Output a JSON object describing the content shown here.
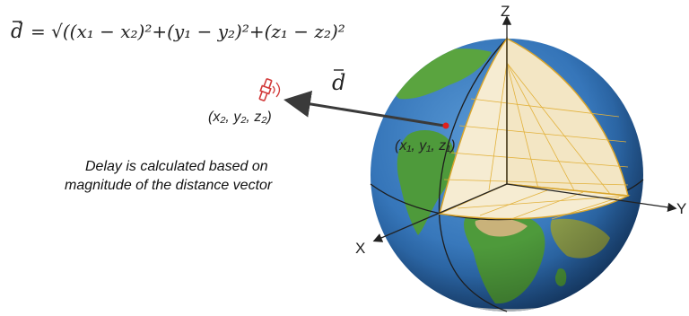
{
  "formula": {
    "lhs": "d",
    "rhs": "= √((x₁ − x₂)²+(y₁ − y₂)²+(z₁ − z₂)²"
  },
  "vector_label": "d",
  "satellite_point": "(x₂, y₂, z₂)",
  "ground_point": "(x₁, y₁, z₁)",
  "note_lines": [
    "Delay is calculated based on",
    "magnitude of the distance vector"
  ],
  "axes": {
    "z": "Z",
    "y": "Y",
    "x": "X"
  },
  "colors": {
    "ocean": "#2f6fb4",
    "land": "#4e9a3b",
    "desert": "#c9b27a",
    "satellite": "#d23a3a",
    "grid_face": "#f6ecd2",
    "grid_line": "#e2b13a",
    "vector": "#3a3a3a",
    "point": "#e0201e"
  }
}
